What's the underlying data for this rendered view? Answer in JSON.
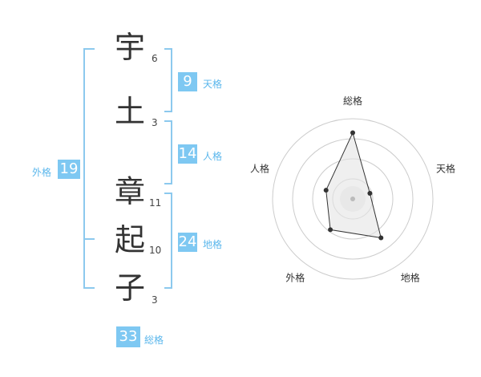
{
  "name": {
    "chars": [
      {
        "char": "宇",
        "strokes": "6"
      },
      {
        "char": "土",
        "strokes": "3"
      },
      {
        "char": "章",
        "strokes": "11"
      },
      {
        "char": "起",
        "strokes": "10"
      },
      {
        "char": "子",
        "strokes": "3"
      }
    ]
  },
  "scores": {
    "tenkaku": {
      "label": "天格",
      "value": "9"
    },
    "jinkaku": {
      "label": "人格",
      "value": "14"
    },
    "chikaku": {
      "label": "地格",
      "value": "24"
    },
    "gaikaku": {
      "label": "外格",
      "value": "19"
    },
    "soukaku": {
      "label": "総格",
      "value": "33"
    }
  },
  "chart_data": {
    "type": "radar",
    "axes": [
      "総格",
      "天格",
      "地格",
      "外格",
      "人格"
    ],
    "values": [
      33,
      9,
      24,
      19,
      14
    ],
    "rings": 4,
    "colors": {
      "outline": "#333333",
      "fill": "#e5e5e5",
      "grid": "#cccccc"
    }
  },
  "colors": {
    "accent": "#7ec8f2",
    "bracket": "#8cc9ee",
    "label": "#5bb7ec"
  }
}
